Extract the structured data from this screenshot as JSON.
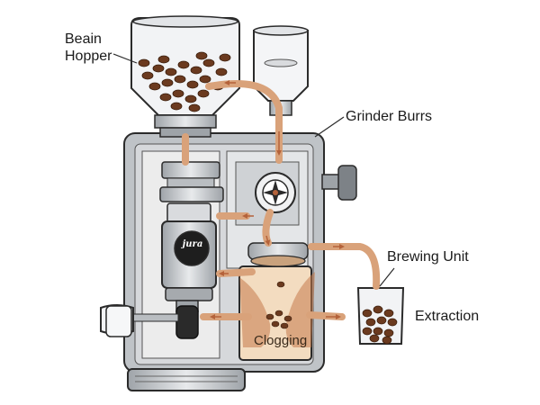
{
  "labels": {
    "bean_hopper_line1": "Beain",
    "bean_hopper_line2": "Hopper",
    "grinder_burrs": "Grinder Burrs",
    "brewing_unit": "Brewing Unit",
    "extraction": "Extraction",
    "clogging": "Clogging"
  },
  "brand": "jura",
  "colors": {
    "flow_arrow": "#d9a27a",
    "flow_arrow_dark": "#b4623a",
    "body_gray": "#c9ccd0",
    "chamber": "#f3dcc0",
    "beans": "#6b3a1f",
    "outline": "#2b2b2b"
  },
  "icons": [
    "bean-hopper-icon",
    "water-tank-icon",
    "grinder-burr-icon",
    "brewing-unit-icon",
    "coffee-cup-icon",
    "spout-icon",
    "drip-tray-icon",
    "steam-wand-icon"
  ]
}
